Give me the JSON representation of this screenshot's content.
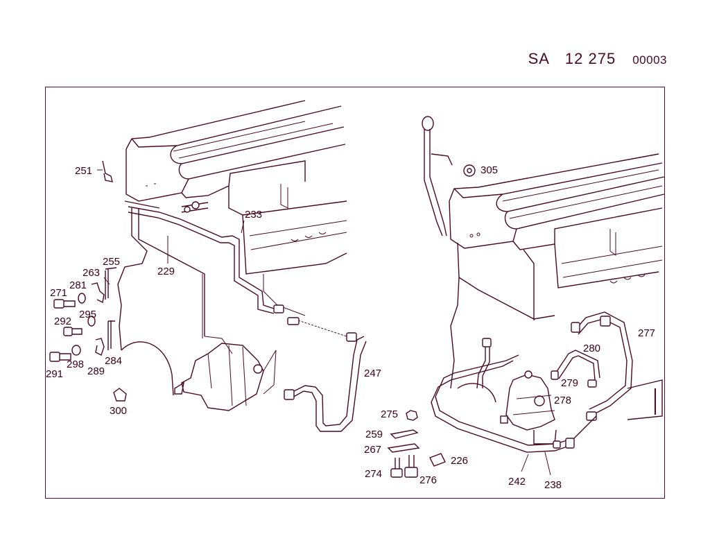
{
  "header": {
    "prefix": "SA",
    "number": "12 275",
    "code": "00003"
  },
  "colors": {
    "line": "#4a0a1e",
    "frame": "#5a1028",
    "background": "#ffffff"
  },
  "callouts": {
    "c251": "251",
    "c229": "229",
    "c233": "233",
    "c255": "255",
    "c263": "263",
    "c271": "271",
    "c281": "281",
    "c292": "292",
    "c295": "295",
    "c291": "291",
    "c298": "298",
    "c289": "289",
    "c284": "284",
    "c300": "300",
    "c247": "247",
    "c305": "305",
    "c277": "277",
    "c280": "280",
    "c279": "279",
    "c278": "278",
    "c275": "275",
    "c259": "259",
    "c267": "267",
    "c274": "274",
    "c276": "276",
    "c226": "226",
    "c242": "242",
    "c238": "238"
  }
}
